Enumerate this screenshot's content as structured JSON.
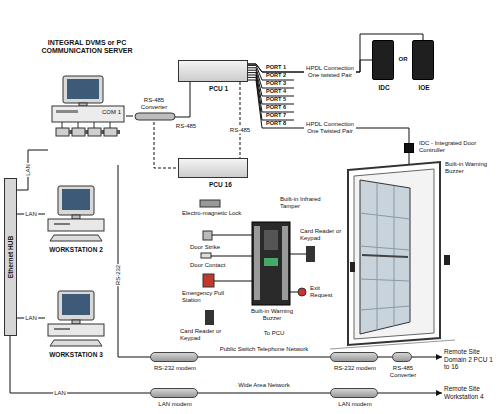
{
  "diagram": {
    "nodes": [
      {
        "text": [
          "INTEGRAL DVMS or PC COMMUNICATION SERVER"
        ]
      },
      {
        "text": [
          "RS-485 Converter"
        ]
      },
      {
        "text": [
          "PCU 1"
        ]
      },
      {
        "text": [
          "PCU 16"
        ]
      },
      {
        "text": [
          "IDC"
        ]
      },
      {
        "text": [
          "IOE"
        ]
      },
      {
        "text": [
          "IDC - Integrated Door Controller",
          "Built-in Warning Buzzer"
        ]
      },
      {
        "text": [
          "Ethernet HUB"
        ]
      },
      {
        "text": [
          "WORKSTATION 2"
        ]
      },
      {
        "text": [
          "WORKSTATION 3"
        ]
      },
      {
        "text": [
          "RS-232 modem"
        ]
      },
      {
        "text": [
          "RS-232 modem"
        ]
      },
      {
        "text": [
          "RS-485 Converter"
        ]
      },
      {
        "text": [
          "Remote Site Domain 2 PCU 1 to 16"
        ]
      },
      {
        "text": [
          "LAN modem"
        ]
      },
      {
        "text": [
          "LAN modem"
        ]
      },
      {
        "text": [
          "Remote Site Workstation 4"
        ]
      }
    ],
    "edges": [
      {
        "from": 0,
        "to": 1,
        "arrow": "none"
      },
      {
        "from": 1,
        "to": 2,
        "label": "RS-485",
        "arrow": "none"
      },
      {
        "from": 2,
        "to": 3,
        "label": "RS-485",
        "arrow": "none"
      },
      {
        "from": 1,
        "to": 3,
        "arrow": "none"
      },
      {
        "from": 2,
        "to": 4,
        "label": "HPDL Connection One twisted Pair",
        "arrow": "none"
      },
      {
        "from": 2,
        "to": 5,
        "arrow": "none"
      },
      {
        "from": 2,
        "to": 6,
        "label": "HPDL Connection One Twisted Pair",
        "arrow": "none"
      },
      {
        "from": 0,
        "to": 7,
        "label": "LAN",
        "arrow": "none"
      },
      {
        "from": 7,
        "to": 8,
        "label": "LAN",
        "arrow": "none"
      },
      {
        "from": 7,
        "to": 9,
        "label": "LAN",
        "arrow": "none"
      },
      {
        "from": 0,
        "to": 10,
        "label": "RS-232",
        "arrow": "none"
      },
      {
        "from": 10,
        "to": 11,
        "label": "Public Switch Telephone Network",
        "arrow": "none"
      },
      {
        "from": 11,
        "to": 12,
        "arrow": "none"
      },
      {
        "from": 12,
        "to": 13,
        "arrow": "to"
      },
      {
        "from": 7,
        "to": 14,
        "label": "LAN",
        "arrow": "none"
      },
      {
        "from": 14,
        "to": 15,
        "label": "Wide Area Network",
        "arrow": "none"
      },
      {
        "from": 15,
        "to": 16,
        "arrow": "to"
      }
    ],
    "labels": [
      "COM 1",
      "PORT 1",
      "PORT 2",
      "PORT 3",
      "PORT 4",
      "PORT 5",
      "PORT 6",
      "PORT 7",
      "PORT 8",
      "OR",
      "Electro-magnetic Lock",
      "Built-in Infrared Tamper",
      "Card Reader or Keypad",
      "Door Strike",
      "Door Contact",
      "Exit Request",
      "Emergency Pull Station",
      "Built-in Warning Buzzer",
      "Card Reader or Keypad",
      "To PCU"
    ]
  }
}
